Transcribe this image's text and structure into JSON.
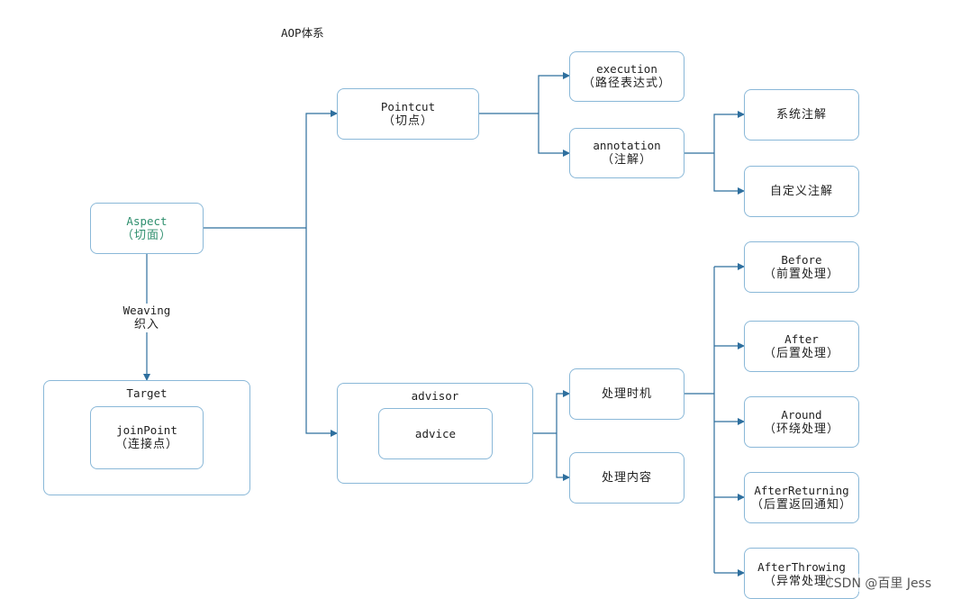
{
  "title": "AOP体系",
  "nodes": {
    "aspect": {
      "l1": "Aspect",
      "l2": "（切面）"
    },
    "pointcut": {
      "l1": "Pointcut",
      "l2": "（切点）"
    },
    "execution": {
      "l1": "execution",
      "l2": "（路径表达式）"
    },
    "annotation": {
      "l1": "annotation",
      "l2": "（注解）"
    },
    "system_annotation": {
      "l1": "系统注解"
    },
    "custom_annotation": {
      "l1": "自定义注解"
    },
    "target": {
      "label": "Target"
    },
    "joinpoint": {
      "l1": "joinPoint",
      "l2": "（连接点）"
    },
    "advisor": {
      "label": "advisor"
    },
    "advice": {
      "l1": "advice"
    },
    "timing": {
      "l1": "处理时机"
    },
    "content": {
      "l1": "处理内容"
    },
    "before": {
      "l1": "Before",
      "l2": "（前置处理）"
    },
    "after": {
      "l1": "After",
      "l2": "（后置处理）"
    },
    "around": {
      "l1": "Around",
      "l2": "（环绕处理）"
    },
    "after_returning": {
      "l1": "AfterReturning",
      "l2": "（后置返回通知）"
    },
    "after_throwing": {
      "l1": "AfterThrowing",
      "l2": "（异常处理）"
    }
  },
  "weaving": {
    "l1": "Weaving",
    "l2": "织入"
  },
  "watermark": "CSDN @百里 Jess",
  "colors": {
    "border": "#8ab8d8",
    "line": "#2e6f9e",
    "aspect_text": "#2f8f6e"
  }
}
